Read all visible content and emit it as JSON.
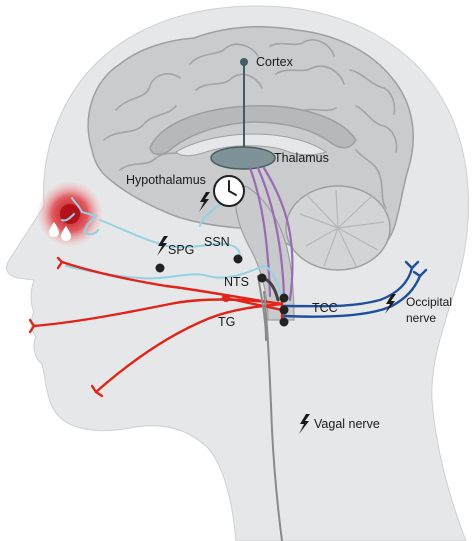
{
  "labels": {
    "cortex": "Cortex",
    "thalamus": "Thalamus",
    "hypothalamus": "Hypothalamus",
    "spg": "SPG",
    "ssn": "SSN",
    "nts": "NTS",
    "tg": "TG",
    "tcc": "TCC",
    "occipital_line1": "Occipital",
    "occipital_line2": "nerve",
    "vagal": "Vagal nerve"
  },
  "colors": {
    "head": "#e6e7e8",
    "head_outline": "#cfd0d2",
    "brain": "#c9c9cb",
    "brain_outline": "#9e9fa1",
    "cortex_line": "#3f5d67",
    "thalamus": "#7f9298",
    "trigeminal": "#e2231a",
    "parasympathetic": "#93d2e5",
    "occipital": "#1f4f9a",
    "thalamic_tract": "#9b6ab5",
    "vagal": "#8a8a8a",
    "node": "#222222",
    "pain_spot": "#d8323a"
  },
  "icons": [
    "lightning-icon",
    "clock-icon",
    "tear-drop-icon"
  ]
}
